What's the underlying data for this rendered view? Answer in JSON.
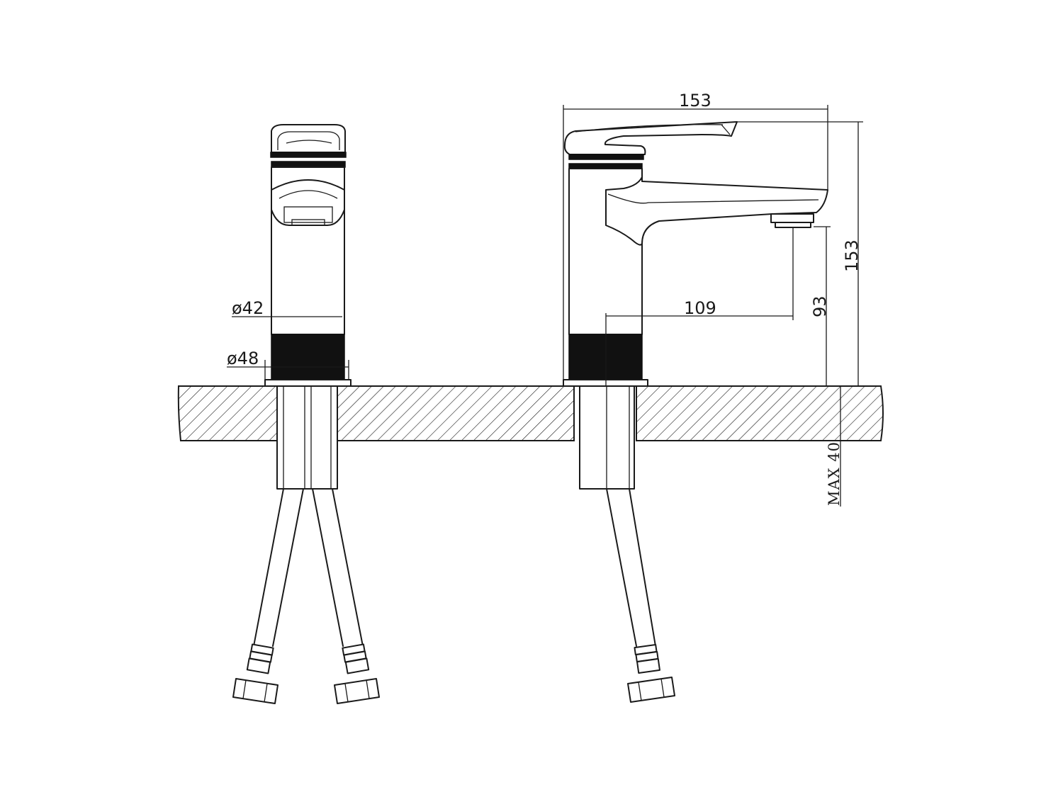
{
  "dimensions": {
    "front_inner_diameter": "ø42",
    "front_outer_diameter": "ø48",
    "side_overall_length": "153",
    "side_overall_height": "153",
    "spout_reach": "109",
    "spout_height": "93",
    "max_counter_thickness": "MAX 40"
  },
  "colors": {
    "line": "#1a1a1a",
    "fill_dark": "#111111",
    "background": "#ffffff"
  }
}
